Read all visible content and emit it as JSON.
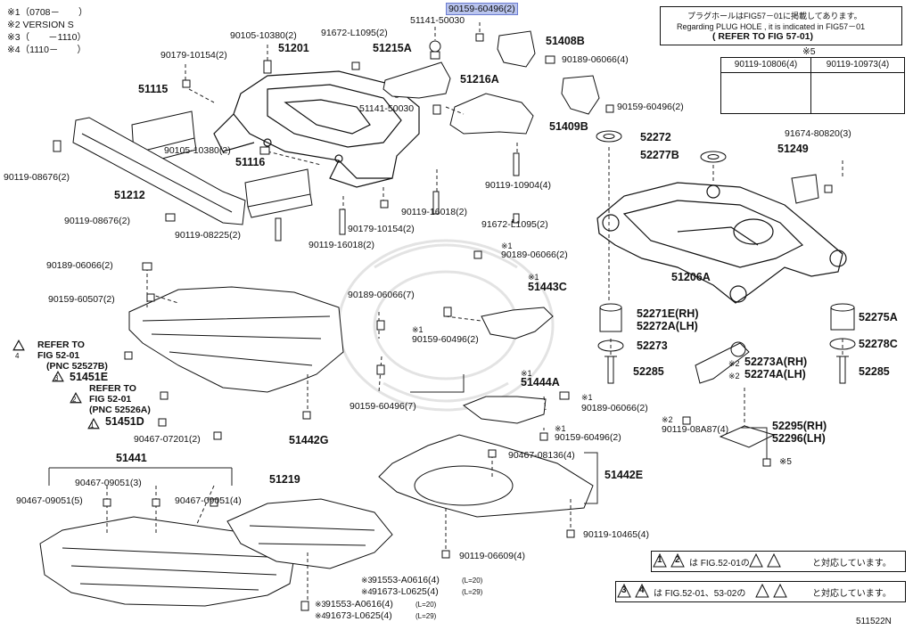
{
  "notes": {
    "n1": "※1（0708－　　）",
    "n2": "※2 VERSION S",
    "n3": "※3（　　－1110）",
    "n4": "※4（1110－　　）"
  },
  "plug_box": {
    "jp": "プラグホールはFIG57－01に掲載してあります。",
    "en": "Regarding  PLUG HOLE , it is indicated in FIG57－01",
    "ref": "( REFER TO FIG 57-01)"
  },
  "mark5": {
    "title": "※5",
    "col1": "90119-10806(4)",
    "col2": "90119-10973(4)"
  },
  "refer": {
    "r1_a": "REFER TO",
    "r1_b": "FIG 52-01",
    "r1_c": "(PNC 52527B)",
    "r2_a": "REFER TO",
    "r2_b": "FIG 52-01",
    "r2_c": "(PNC 52526A)",
    "n4": "4",
    "n3": "3",
    "n2": "2",
    "n1": "1"
  },
  "legend": {
    "l1": "は FIG.52-01の",
    "l1b": "と対応しています。",
    "l2": "は FIG.52-01、53-02の",
    "l2b": "と対応しています。",
    "a1": "1",
    "a2": "2",
    "a3": "3",
    "a4": "4"
  },
  "figure_id": "511522N",
  "labels": {
    "p90159_60496_top": "90159-60496(2)",
    "p51141_50030_a": "51141-50030",
    "p51408b": "51408B",
    "p90189_06066_4": "90189-06066(4)",
    "p90105_10380_a": "90105-10380(2)",
    "p51201": "51201",
    "p91672_l1095_a": "91672-L1095(2)",
    "p51215a": "51215A",
    "p90179_10154_a": "90179-10154(2)",
    "p51115": "51115",
    "p51216a": "51216A",
    "p51141_50030_b": "51141-50030",
    "p51409b": "51409B",
    "p90159_60496_b": "90159-60496(2)",
    "p52272": "52272",
    "p52277b": "52277B",
    "p91674_80820": "91674-80820(3)",
    "p51249": "51249",
    "p90105_10380_b": "90105-10380(2)",
    "p51116": "51116",
    "p90119_08676_a": "90119-08676(2)",
    "p51212": "51212",
    "p90119_10904": "90119-10904(4)",
    "p90119_16018_a": "90119-16018(2)",
    "p90179_10154_b": "90179-10154(2)",
    "p91672_l1095_b": "91672-L1095(2)",
    "p90119_08676_b": "90119-08676(2)",
    "p90119_08225": "90119-08225(2)",
    "p90119_16018_b": "90119-16018(2)",
    "p90189_06066_2a": "90189-06066(2)",
    "p90189_06066_2b": "90189-06066(2)",
    "p51206a": "51206A",
    "p90159_60507": "90159-60507(2)",
    "p90189_06066_7": "90189-06066(7)",
    "p51443c": "51443C",
    "p90159_60496_c": "90159-60496(2)",
    "p52271e": "52271E(RH)",
    "p52272a": "52272A(LH)",
    "p52275a": "52275A",
    "p52273": "52273",
    "p52278c": "52278C",
    "p51451e": "51451E",
    "p52285_a": "52285",
    "p52285_b": "52285",
    "p52273a": "52273A(RH)",
    "p52274a": "52274A(LH)",
    "p51444a": "51444A",
    "p90189_06066_2c": "90189-06066(2)",
    "p90159_60496_7": "90159-60496(7)",
    "p51451d": "51451D",
    "p90159_60496_d": "90159-60496(2)",
    "p90119_08a87": "90119-08A87(4)",
    "p52295": "52295(RH)",
    "p52296": "52296(LH)",
    "p90467_07201": "90467-07201(2)",
    "p51442g": "51442G",
    "p51441": "51441",
    "p90467_08136": "90467-08136(4)",
    "p51442e": "51442E",
    "p90467_09051_3": "90467-09051(3)",
    "p51219": "51219",
    "p90467_09051_5": "90467-09051(5)",
    "p90467_09051_4": "90467-09051(4)",
    "p90119_10465": "90119-10465(4)",
    "p90119_06609": "90119-06609(4)",
    "p91553_a0616_a": "91553-A0616(4)",
    "p91673_l0625_a": "91673-L0625(4)",
    "p91553_a0616_b": "91553-A0616(4)",
    "p91673_l0625_b": "91673-L0625(4)",
    "l20_a": "(L=20)",
    "l29_a": "(L=29)",
    "l20_b": "(L=20)",
    "l29_b": "(L=29)",
    "m1a": "※1",
    "m1b": "※1",
    "m1c": "※1",
    "m1d": "※1",
    "m1e": "※1",
    "m1f": "※1",
    "m2a": "※2",
    "m2b": "※2",
    "m2c": "※2",
    "m3a": "※3",
    "m3b": "※3",
    "m4a": "※4",
    "m4b": "※4",
    "m5": "※5"
  }
}
